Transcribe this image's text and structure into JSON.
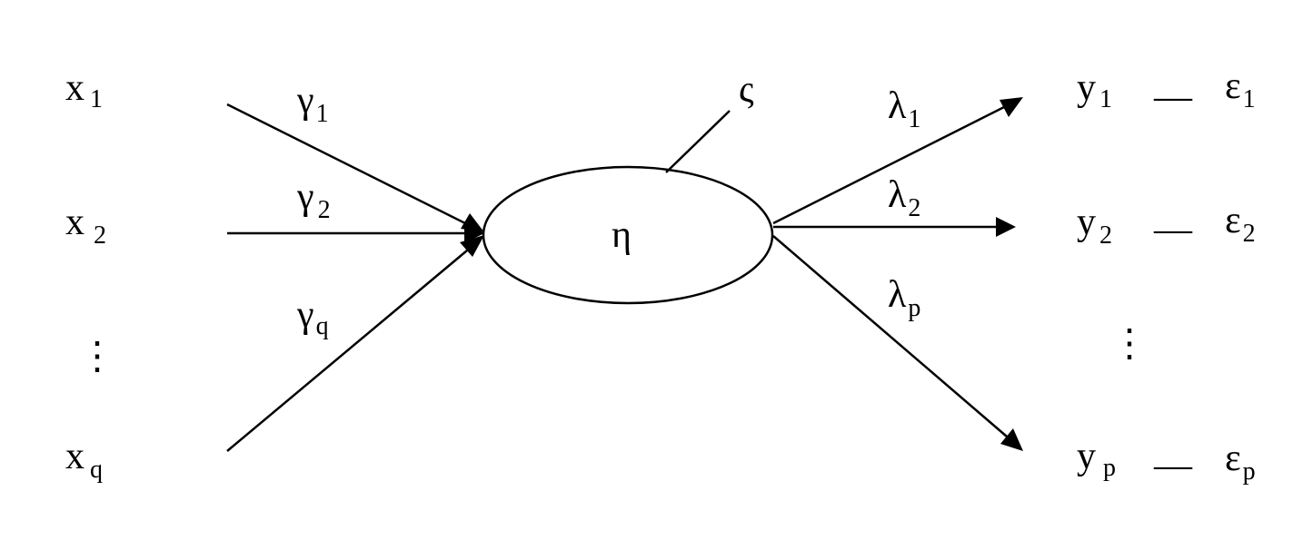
{
  "latent": {
    "symbol": "η",
    "disturbance": "ς"
  },
  "inputs": [
    {
      "base": "x",
      "sub": "1"
    },
    {
      "base": "x",
      "sub": "2"
    },
    {
      "base": "⋮",
      "sub": ""
    },
    {
      "base": "x",
      "sub": "q"
    }
  ],
  "gammas": [
    {
      "base": "γ",
      "sub": "1"
    },
    {
      "base": "γ",
      "sub": "2"
    },
    {
      "base": "γ",
      "sub": "q"
    }
  ],
  "lambdas": [
    {
      "base": "λ",
      "sub": "1"
    },
    {
      "base": "λ",
      "sub": "2"
    },
    {
      "base": "λ",
      "sub": "p"
    }
  ],
  "outputs": [
    {
      "base": "y",
      "sub": "1"
    },
    {
      "base": "y",
      "sub": "2"
    },
    {
      "base": "⋮",
      "sub": ""
    },
    {
      "base": "y",
      "sub": "p"
    }
  ],
  "errors": [
    {
      "base": "ε",
      "sub": "1"
    },
    {
      "base": "ε",
      "sub": "2"
    },
    {
      "base": "ε",
      "sub": "p"
    }
  ],
  "connector": "—",
  "colors": {
    "ink": "#000000",
    "background": "#ffffff"
  }
}
